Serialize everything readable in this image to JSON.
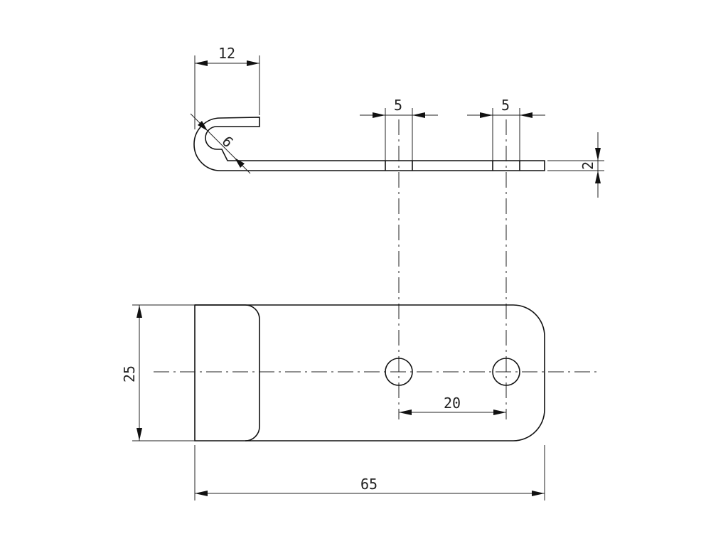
{
  "drawing": {
    "background": "#ffffff",
    "line_color": "#111111",
    "dimensions": {
      "hook_width": "12",
      "hook_radius": "6",
      "hole_width_left": "5",
      "hole_width_right": "5",
      "thickness": "2",
      "overall_length": "65",
      "overall_height": "25",
      "hole_spacing": "20"
    }
  }
}
